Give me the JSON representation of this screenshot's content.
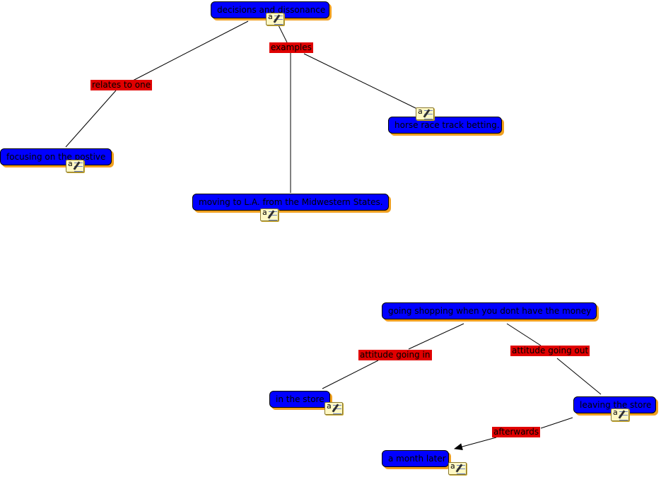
{
  "colors": {
    "node_fill": "#0000ff",
    "node_shadow": "#f0a020",
    "link_label_fill": "#e00000",
    "line": "#000000"
  },
  "icons": {
    "note": "note-attachment-icon"
  },
  "nodes": [
    {
      "id": "decisions",
      "label": "decisions and dissonance"
    },
    {
      "id": "focusing",
      "label": "focusing on the postive"
    },
    {
      "id": "horse",
      "label": "horse race track betting."
    },
    {
      "id": "moving",
      "label": "moving to L.A. from the Midwestern States."
    },
    {
      "id": "shopping",
      "label": "going shopping when you dont have the money"
    },
    {
      "id": "instore",
      "label": "in the store"
    },
    {
      "id": "leaving",
      "label": "leaving the store"
    },
    {
      "id": "month",
      "label": "a month later"
    }
  ],
  "link_labels": [
    {
      "id": "relates",
      "label": "relates to one"
    },
    {
      "id": "examples",
      "label": "examples"
    },
    {
      "id": "goingin",
      "label": "attitude going in"
    },
    {
      "id": "goingout",
      "label": "attitude going out"
    },
    {
      "id": "afterwards",
      "label": "afterwards"
    }
  ],
  "connections": [
    {
      "from": "decisions",
      "to": "relates"
    },
    {
      "from": "relates",
      "to": "focusing"
    },
    {
      "from": "decisions",
      "to": "examples"
    },
    {
      "from": "examples",
      "to": "horse"
    },
    {
      "from": "examples",
      "to": "moving"
    },
    {
      "from": "shopping",
      "to": "goingin"
    },
    {
      "from": "goingin",
      "to": "instore"
    },
    {
      "from": "shopping",
      "to": "goingout"
    },
    {
      "from": "goingout",
      "to": "leaving"
    },
    {
      "from": "leaving",
      "to": "afterwards"
    },
    {
      "from": "afterwards",
      "to": "month",
      "arrow": true
    }
  ]
}
